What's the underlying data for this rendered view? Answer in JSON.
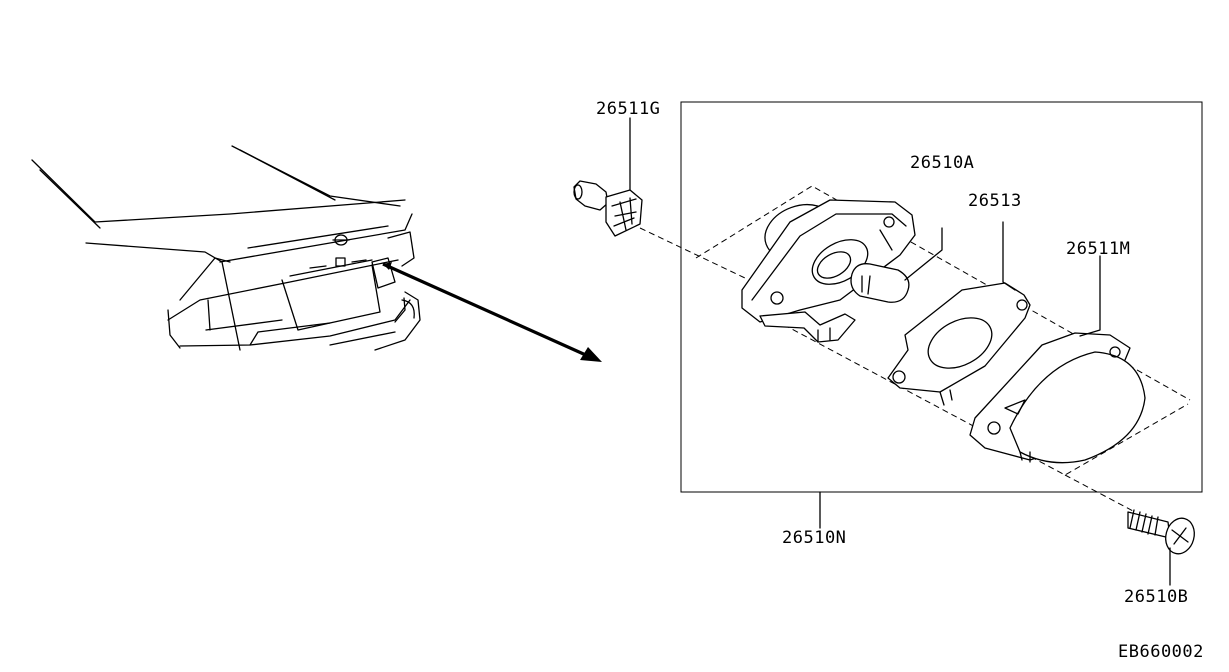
{
  "diagram": {
    "reference_code": "EB660002",
    "callouts": [
      {
        "id": "26511G",
        "text": "26511G"
      },
      {
        "id": "26510A",
        "text": "26510A"
      },
      {
        "id": "26513",
        "text": "26513"
      },
      {
        "id": "26511M",
        "text": "26511M"
      },
      {
        "id": "26510N",
        "text": "26510N"
      },
      {
        "id": "26510B",
        "text": "26510B"
      }
    ]
  }
}
